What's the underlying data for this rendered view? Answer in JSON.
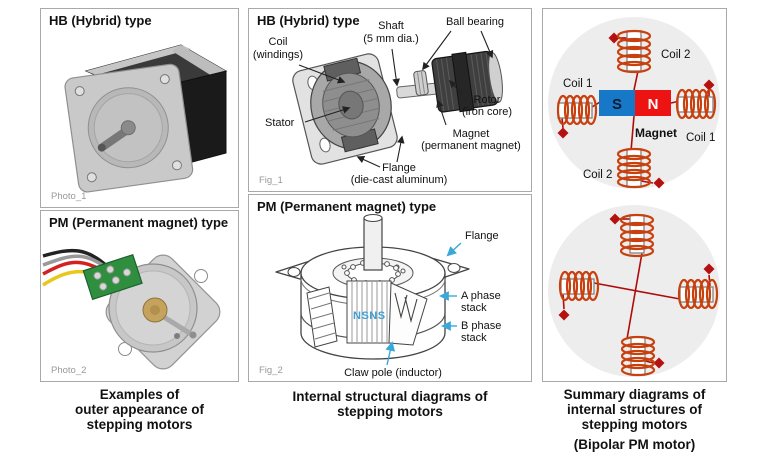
{
  "appearance": {
    "hb_title": "HB (Hybrid) type",
    "hb_photo_label": "Photo_1",
    "pm_title": "PM (Permanent magnet) type",
    "pm_photo_label": "Photo_2",
    "caption": [
      "Examples of",
      "outer appearance of",
      "stepping motors"
    ]
  },
  "internal": {
    "hb_title": "HB (Hybrid) type",
    "hb_fig_label": "Fig_1",
    "hb_labels": {
      "coil": [
        "Coil",
        "(windings)"
      ],
      "shaft": [
        "Shaft",
        "(5 mm dia.)"
      ],
      "ball_bearing": "Ball bearing",
      "stator": "Stator",
      "rotor": [
        "Rotor",
        "(iron core)"
      ],
      "magnet": [
        "Magnet",
        "(permanent magnet)"
      ],
      "flange": [
        "Flange",
        "(die-cast aluminum)"
      ]
    },
    "pm_title": "PM (Permanent magnet) type",
    "pm_fig_label": "Fig_2",
    "pm_labels": {
      "flange": "Flange",
      "a_phase": [
        "A phase",
        "stack"
      ],
      "b_phase": [
        "B phase",
        "stack"
      ],
      "claw_pole": "Claw pole (inductor)",
      "pole_marks": "NSNS"
    },
    "caption": [
      "Internal structural diagrams of",
      "stepping motors"
    ]
  },
  "summary": {
    "top_diagram": {
      "coil2_top": "Coil 2",
      "coil1_left": "Coil 1",
      "coil1_right": "Coil 1",
      "coil2_bottom": "Coil 2",
      "magnet": "Magnet",
      "south": "S",
      "north": "N"
    },
    "caption": [
      "Summary diagrams of",
      "internal structures of",
      "stepping motors"
    ],
    "subcaption": "(Bipolar PM motor)"
  },
  "colors": {
    "magnet_south_blue": "#1878c8",
    "magnet_north_red": "#ee1313",
    "coil_winding": "#c7400e",
    "wire_red": "#b00b0b",
    "terminal_diamond": "#b51111",
    "circle_background": "#ededed",
    "cyan_callout": "#3aa8d8",
    "panel_border": "#a9a9a9",
    "gray_label": "#999999"
  }
}
